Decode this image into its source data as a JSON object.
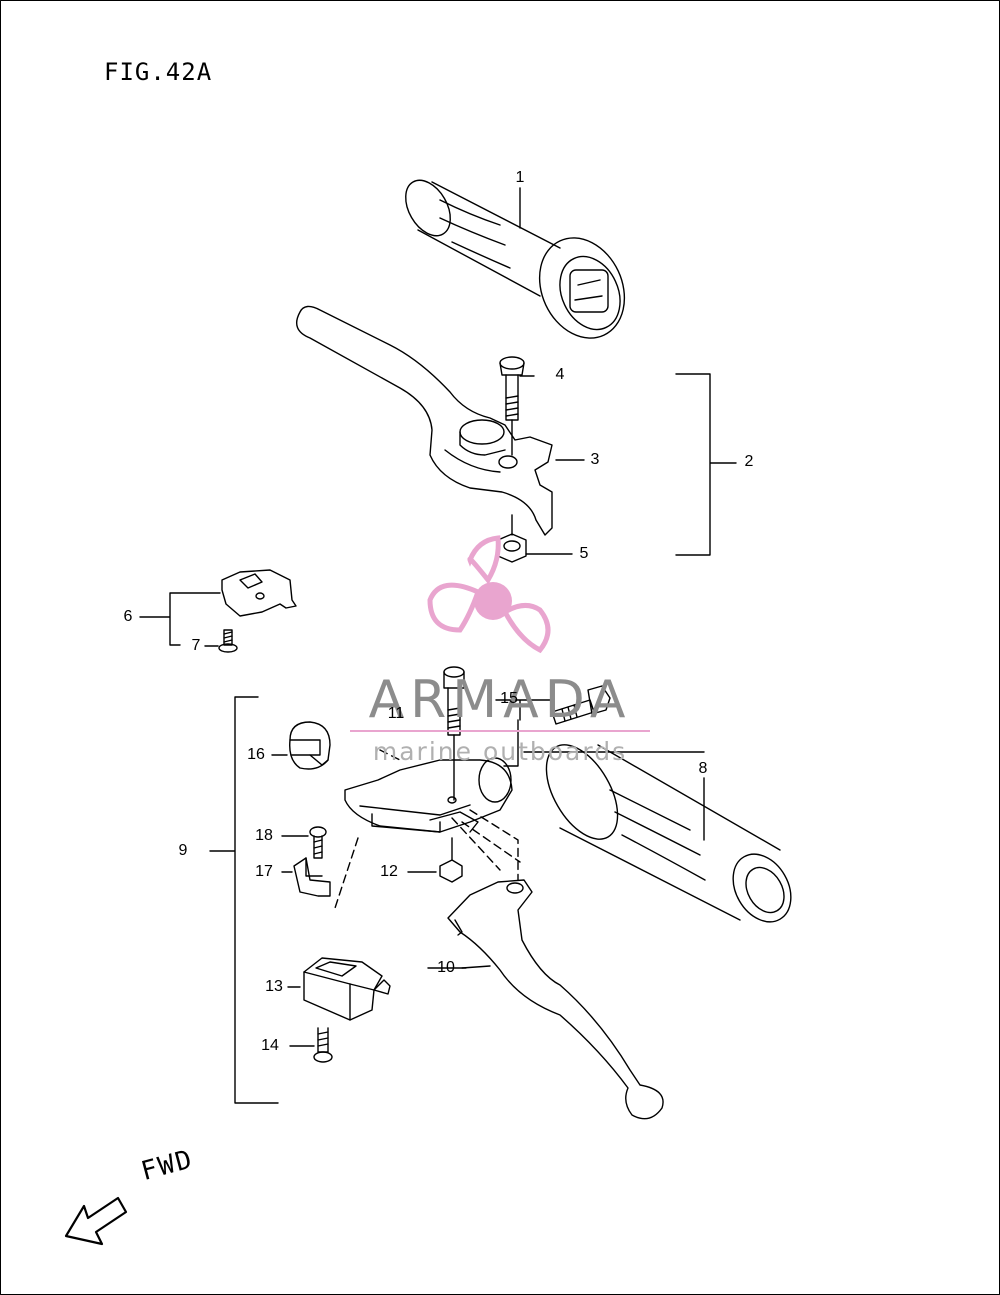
{
  "figure": {
    "title": "FIG.42A"
  },
  "direction": {
    "label": "FWD"
  },
  "watermark": {
    "brand": "ARMADA",
    "tagline": "marine outboards",
    "accent": "#e9a5cf"
  },
  "callouts": [
    "1",
    "2",
    "3",
    "4",
    "5",
    "6",
    "7",
    "8",
    "9",
    "10",
    "11",
    "12",
    "13",
    "14",
    "15",
    "16",
    "17",
    "18"
  ]
}
